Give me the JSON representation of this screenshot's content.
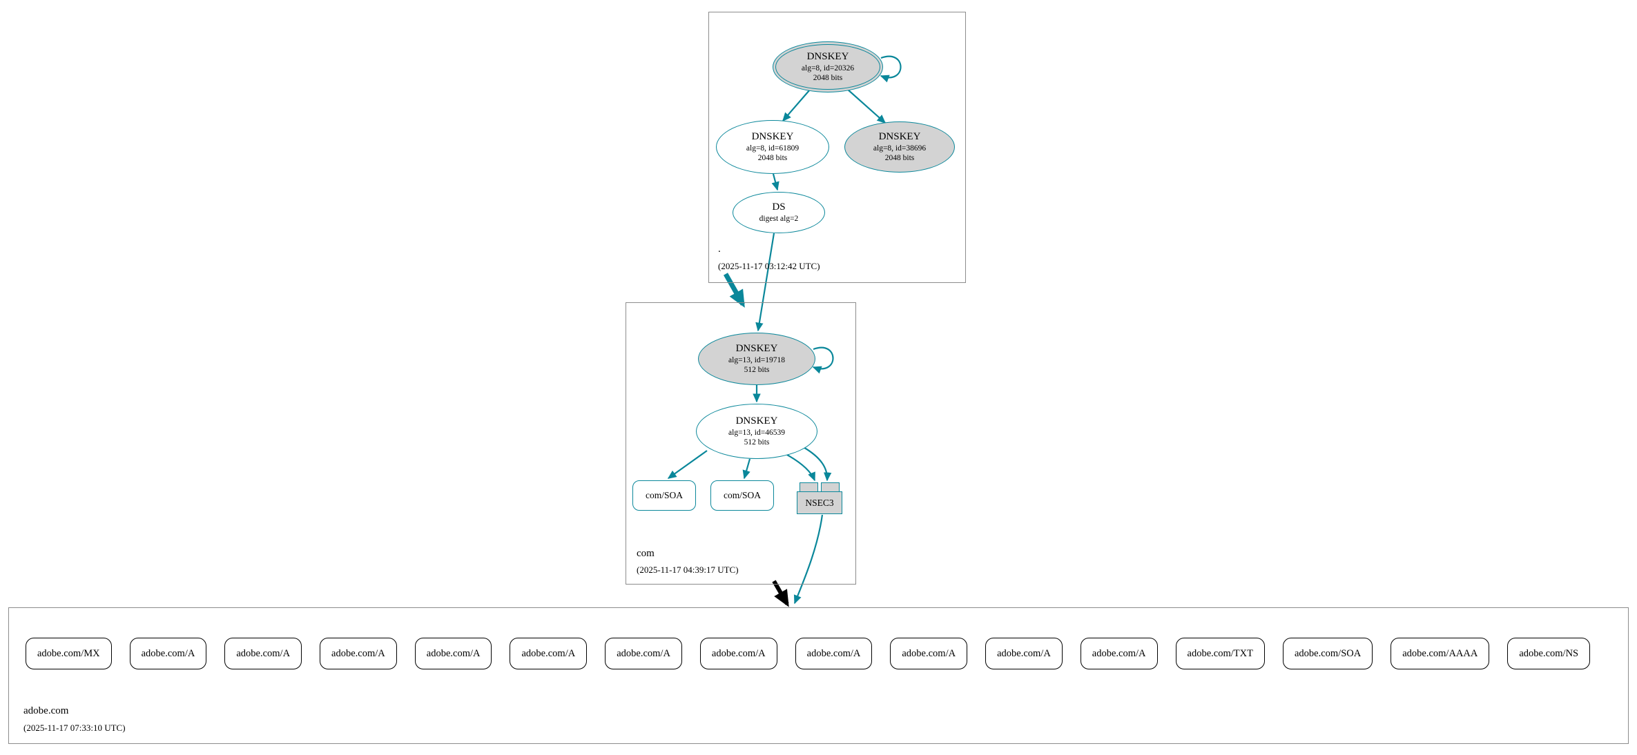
{
  "colors": {
    "secure": "#0a879a",
    "insecure": "#000000",
    "warning_fill": "#d3d3d3",
    "zone_border": "#8c8c8c"
  },
  "zones": {
    "root": {
      "name": ".",
      "timestamp": "(2025-11-17 03:12:42 UTC)",
      "ksk": {
        "type": "DNSKEY",
        "alg_id": "alg=8, id=20326",
        "bits": "2048 bits"
      },
      "zsk": {
        "type": "DNSKEY",
        "alg_id": "alg=8, id=61809",
        "bits": "2048 bits"
      },
      "key3": {
        "type": "DNSKEY",
        "alg_id": "alg=8, id=38696",
        "bits": "2048 bits"
      },
      "ds": {
        "type": "DS",
        "detail": "digest alg=2"
      }
    },
    "com": {
      "name": "com",
      "timestamp": "(2025-11-17 04:39:17 UTC)",
      "ksk": {
        "type": "DNSKEY",
        "alg_id": "alg=13, id=19718",
        "bits": "512 bits"
      },
      "zsk": {
        "type": "DNSKEY",
        "alg_id": "alg=13, id=46539",
        "bits": "512 bits"
      },
      "soa1": "com/SOA",
      "soa2": "com/SOA",
      "nsec3": "NSEC3"
    },
    "adobe": {
      "name": "adobe.com",
      "timestamp": "(2025-11-17 07:33:10 UTC)",
      "rrsets": [
        "adobe.com/MX",
        "adobe.com/A",
        "adobe.com/A",
        "adobe.com/A",
        "adobe.com/A",
        "adobe.com/A",
        "adobe.com/A",
        "adobe.com/A",
        "adobe.com/A",
        "adobe.com/A",
        "adobe.com/A",
        "adobe.com/A",
        "adobe.com/TXT",
        "adobe.com/SOA",
        "adobe.com/AAAA",
        "adobe.com/NS"
      ]
    }
  }
}
